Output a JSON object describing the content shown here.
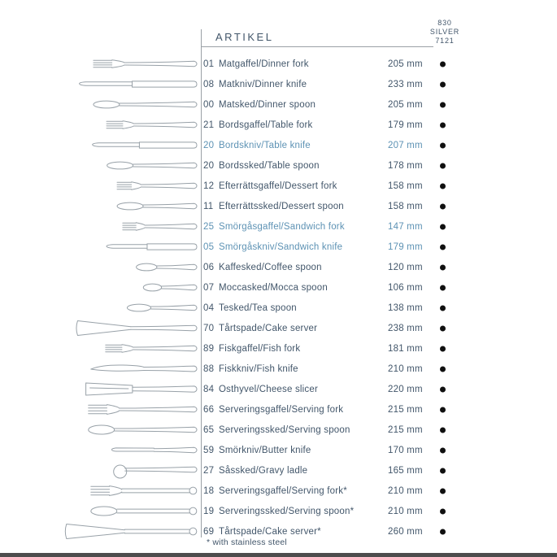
{
  "header": {
    "title": "ARTIKEL",
    "column": [
      "830",
      "SILVER",
      "7121"
    ]
  },
  "items": [
    {
      "code": "01",
      "name": "Matgaffel/Dinner fork",
      "length": "205 mm",
      "icon": "dinner-fork-icon",
      "silver_dot": true,
      "highlighted": false
    },
    {
      "code": "08",
      "name": "Matkniv/Dinner knife",
      "length": "233 mm",
      "icon": "dinner-knife-icon",
      "silver_dot": true,
      "highlighted": false
    },
    {
      "code": "00",
      "name": "Matsked/Dinner spoon",
      "length": "205 mm",
      "icon": "dinner-spoon-icon",
      "silver_dot": true,
      "highlighted": false
    },
    {
      "code": "21",
      "name": "Bordsgaffel/Table fork",
      "length": "179 mm",
      "icon": "table-fork-icon",
      "silver_dot": true,
      "highlighted": false
    },
    {
      "code": "20",
      "name": "Bordskniv/Table knife",
      "length": "207 mm",
      "icon": "table-knife-icon",
      "silver_dot": true,
      "highlighted": true
    },
    {
      "code": "20",
      "name": "Bordssked/Table spoon",
      "length": "178 mm",
      "icon": "table-spoon-icon",
      "silver_dot": true,
      "highlighted": false
    },
    {
      "code": "12",
      "name": "Efterrättsgaffel/Dessert fork",
      "length": "158 mm",
      "icon": "dessert-fork-icon",
      "silver_dot": true,
      "highlighted": false
    },
    {
      "code": "11",
      "name": "Efterrättssked/Dessert spoon",
      "length": "158 mm",
      "icon": "dessert-spoon-icon",
      "silver_dot": true,
      "highlighted": false
    },
    {
      "code": "25",
      "name": "Smörgåsgaffel/Sandwich fork",
      "length": "147 mm",
      "icon": "sandwich-fork-icon",
      "silver_dot": true,
      "highlighted": true
    },
    {
      "code": "05",
      "name": "Smörgåskniv/Sandwich knife",
      "length": "179 mm",
      "icon": "sandwich-knife-icon",
      "silver_dot": true,
      "highlighted": true
    },
    {
      "code": "06",
      "name": "Kaffesked/Coffee spoon",
      "length": "120 mm",
      "icon": "coffee-spoon-icon",
      "silver_dot": true,
      "highlighted": false
    },
    {
      "code": "07",
      "name": "Moccasked/Mocca spoon",
      "length": "106 mm",
      "icon": "mocca-spoon-icon",
      "silver_dot": true,
      "highlighted": false
    },
    {
      "code": "04",
      "name": "Tesked/Tea spoon",
      "length": "138 mm",
      "icon": "tea-spoon-icon",
      "silver_dot": true,
      "highlighted": false
    },
    {
      "code": "70",
      "name": "Tårtspade/Cake server",
      "length": "238 mm",
      "icon": "cake-server-icon",
      "silver_dot": true,
      "highlighted": false
    },
    {
      "code": "89",
      "name": "Fiskgaffel/Fish fork",
      "length": "181 mm",
      "icon": "fish-fork-icon",
      "silver_dot": true,
      "highlighted": false
    },
    {
      "code": "88",
      "name": "Fiskkniv/Fish knife",
      "length": "210 mm",
      "icon": "fish-knife-icon",
      "silver_dot": true,
      "highlighted": false
    },
    {
      "code": "84",
      "name": "Osthyvel/Cheese slicer",
      "length": "220 mm",
      "icon": "cheese-slicer-icon",
      "silver_dot": true,
      "highlighted": false
    },
    {
      "code": "66",
      "name": "Serveringsgaffel/Serving fork",
      "length": "215 mm",
      "icon": "serving-fork-icon",
      "silver_dot": true,
      "highlighted": false
    },
    {
      "code": "65",
      "name": "Serveringssked/Serving spoon",
      "length": "215 mm",
      "icon": "serving-spoon-icon",
      "silver_dot": true,
      "highlighted": false
    },
    {
      "code": "59",
      "name": "Smörkniv/Butter knife",
      "length": "170 mm",
      "icon": "butter-knife-icon",
      "silver_dot": true,
      "highlighted": false
    },
    {
      "code": "27",
      "name": "Såssked/Gravy ladle",
      "length": "165 mm",
      "icon": "gravy-ladle-icon",
      "silver_dot": true,
      "highlighted": false
    },
    {
      "code": "18",
      "name": "Serveringsgaffel/Serving fork*",
      "length": "210 mm",
      "icon": "serving-fork-steel-icon",
      "silver_dot": true,
      "highlighted": false
    },
    {
      "code": "19",
      "name": "Serveringssked/Serving spoon*",
      "length": "210 mm",
      "icon": "serving-spoon-steel-icon",
      "silver_dot": true,
      "highlighted": false
    },
    {
      "code": "69",
      "name": "Tårtspade/Cake server*",
      "length": "260 mm",
      "icon": "cake-server-steel-icon",
      "silver_dot": true,
      "highlighted": false
    }
  ],
  "footnote": "* with stainless steel",
  "colors": {
    "text": "#42566a",
    "highlight": "#5d92b4",
    "rule": "#9aa0a6",
    "dot": "#101010",
    "art_line": "#98a1a8",
    "page_edge": "#4d4d4d"
  }
}
